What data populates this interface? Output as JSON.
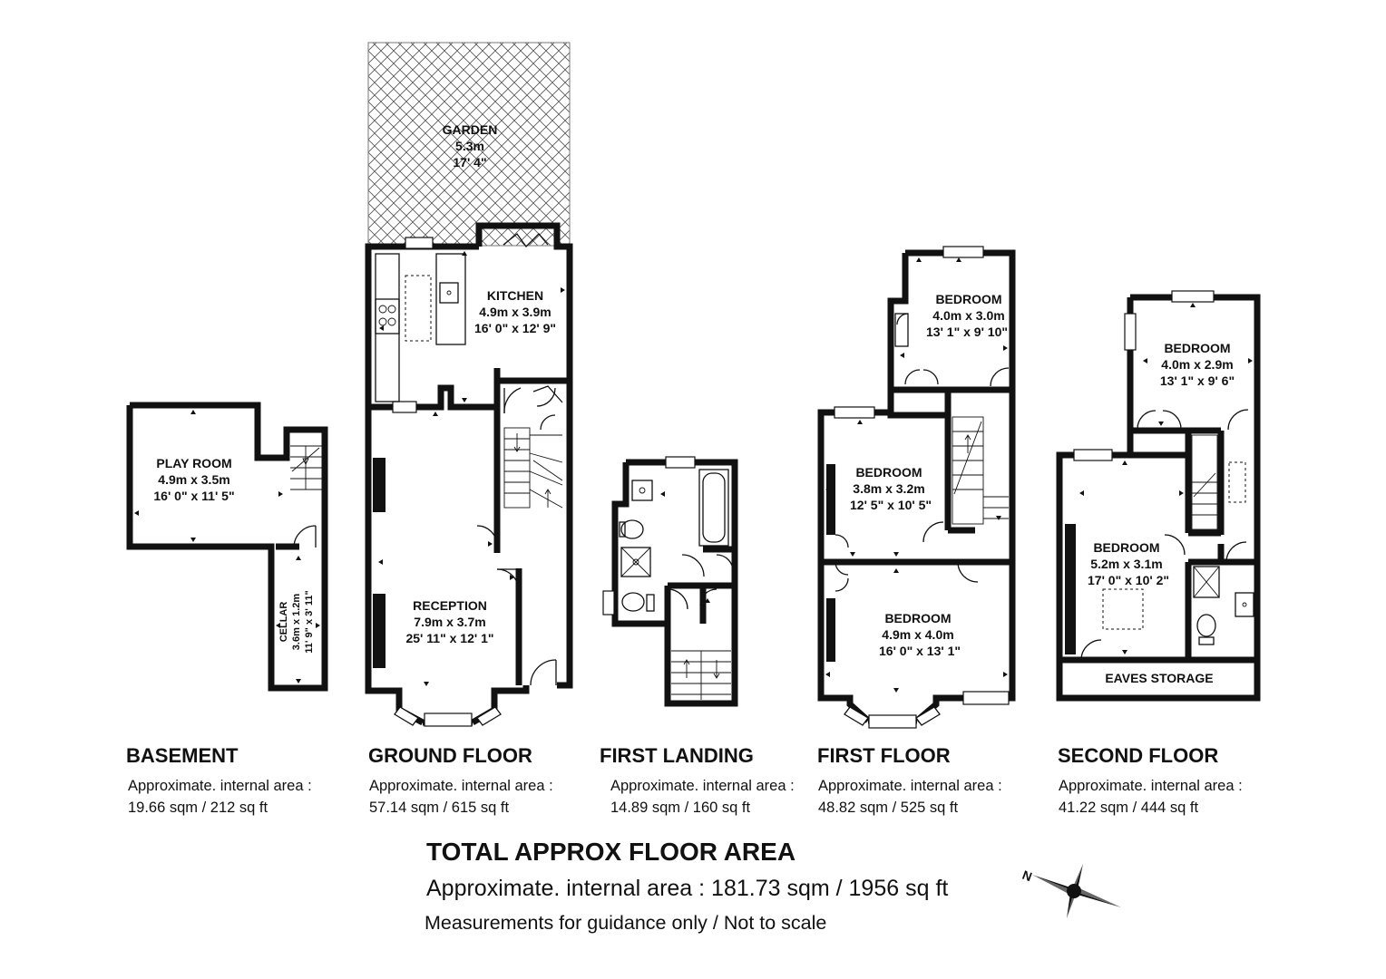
{
  "rooms": {
    "garden": {
      "name": "GARDEN",
      "dim1": "5.3m",
      "dim2": "17' 4\""
    },
    "kitchen": {
      "name": "KITCHEN",
      "dim1": "4.9m x 3.9m",
      "dim2": "16' 0\" x 12' 9\""
    },
    "reception": {
      "name": "RECEPTION",
      "dim1": "7.9m x 3.7m",
      "dim2": "25' 11\" x 12' 1\""
    },
    "playroom": {
      "name": "PLAY ROOM",
      "dim1": "4.9m x 3.5m",
      "dim2": "16' 0\" x 11' 5\""
    },
    "cellar": {
      "name": "CELLAR",
      "dim1": "3.6m x 1.2m",
      "dim2": "11' 9\" x 3' 11\""
    },
    "ff_bedroom_rear": {
      "name": "BEDROOM",
      "dim1": "4.0m x 3.0m",
      "dim2": "13' 1\" x 9' 10\""
    },
    "ff_bedroom_mid": {
      "name": "BEDROOM",
      "dim1": "3.8m x 3.2m",
      "dim2": "12' 5\" x 10' 5\""
    },
    "ff_bedroom_front": {
      "name": "BEDROOM",
      "dim1": "4.9m x 4.0m",
      "dim2": "16' 0\" x 13' 1\""
    },
    "sf_bedroom_rear": {
      "name": "BEDROOM",
      "dim1": "4.0m x 2.9m",
      "dim2": "13' 1\" x 9' 6\""
    },
    "sf_bedroom_front": {
      "name": "BEDROOM",
      "dim1": "5.2m x 3.1m",
      "dim2": "17' 0\" x 10' 2\""
    },
    "eaves": {
      "name": "EAVES STORAGE"
    }
  },
  "floors": [
    {
      "name": "BASEMENT",
      "area_label": "Approximate. internal area :",
      "area": "19.66 sqm / 212 sq ft"
    },
    {
      "name": "GROUND FLOOR",
      "area_label": "Approximate. internal area :",
      "area": "57.14 sqm / 615 sq ft"
    },
    {
      "name": "FIRST LANDING",
      "area_label": "Approximate. internal area :",
      "area": "14.89 sqm / 160 sq ft"
    },
    {
      "name": "FIRST FLOOR",
      "area_label": "Approximate. internal area :",
      "area": "48.82 sqm / 525 sq ft"
    },
    {
      "name": "SECOND FLOOR",
      "area_label": "Approximate. internal area :",
      "area": "41.22 sqm / 444 sq ft"
    }
  ],
  "total": {
    "title": "TOTAL APPROX FLOOR AREA",
    "area": "Approximate. internal area : 181.73 sqm / 1956 sq ft",
    "disclaimer": "Measurements for guidance only / Not to scale"
  },
  "compass": {
    "label": "N",
    "icon": "compass-rose-icon"
  }
}
